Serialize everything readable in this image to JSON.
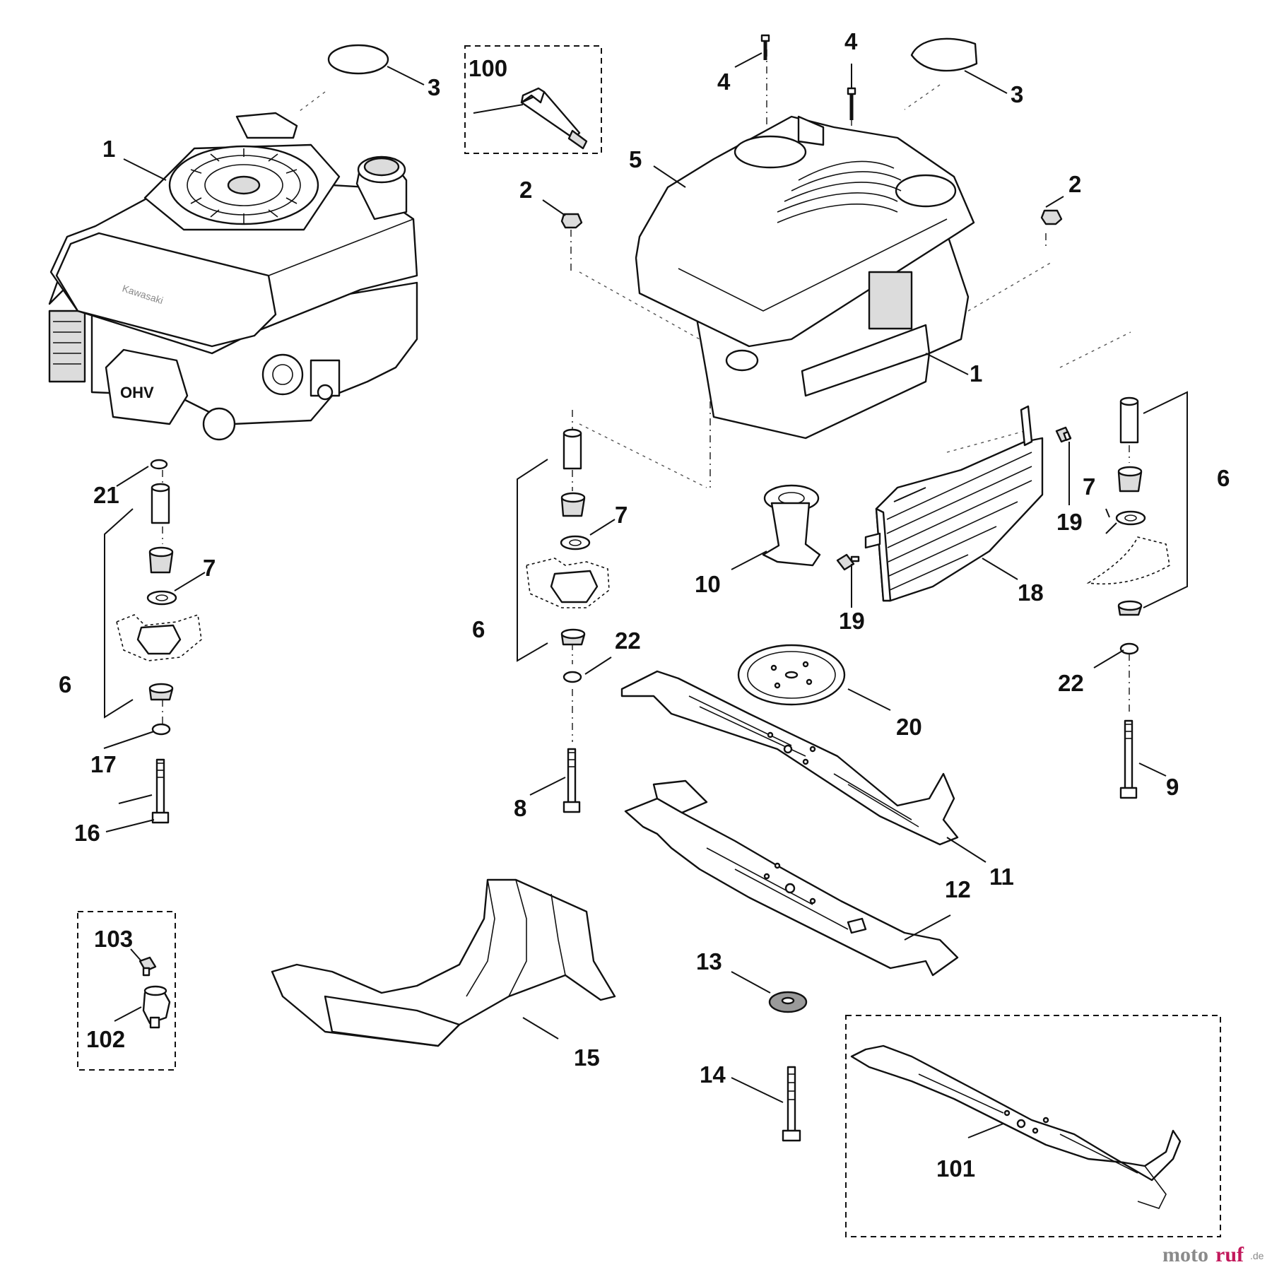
{
  "callouts": {
    "c1a": "1",
    "c1b": "1",
    "c2a": "2",
    "c2b": "2",
    "c3a": "3",
    "c3b": "3",
    "c4a": "4",
    "c4b": "4",
    "c5": "5",
    "c6a": "6",
    "c6b": "6",
    "c6c": "6",
    "c7a": "7",
    "c7b": "7",
    "c7c": "7",
    "c8": "8",
    "c9": "9",
    "c10": "10",
    "c11": "11",
    "c12": "12",
    "c13": "13",
    "c14": "14",
    "c15": "15",
    "c16": "16",
    "c17": "17",
    "c18": "18",
    "c19a": "19",
    "c19b": "19",
    "c20": "20",
    "c21": "21",
    "c22a": "22",
    "c22b": "22",
    "c100": "100",
    "c101": "101",
    "c102": "102",
    "c103": "103"
  },
  "engine_plate": "OHV",
  "engine_brand": "Kawasaki",
  "watermark": {
    "part1": "moto",
    "part2": "ruf",
    "suffix": ".de"
  },
  "colors": {
    "line": "#111111",
    "watermark_grey": "#8a8a8a",
    "watermark_accent": "#c2185b"
  }
}
